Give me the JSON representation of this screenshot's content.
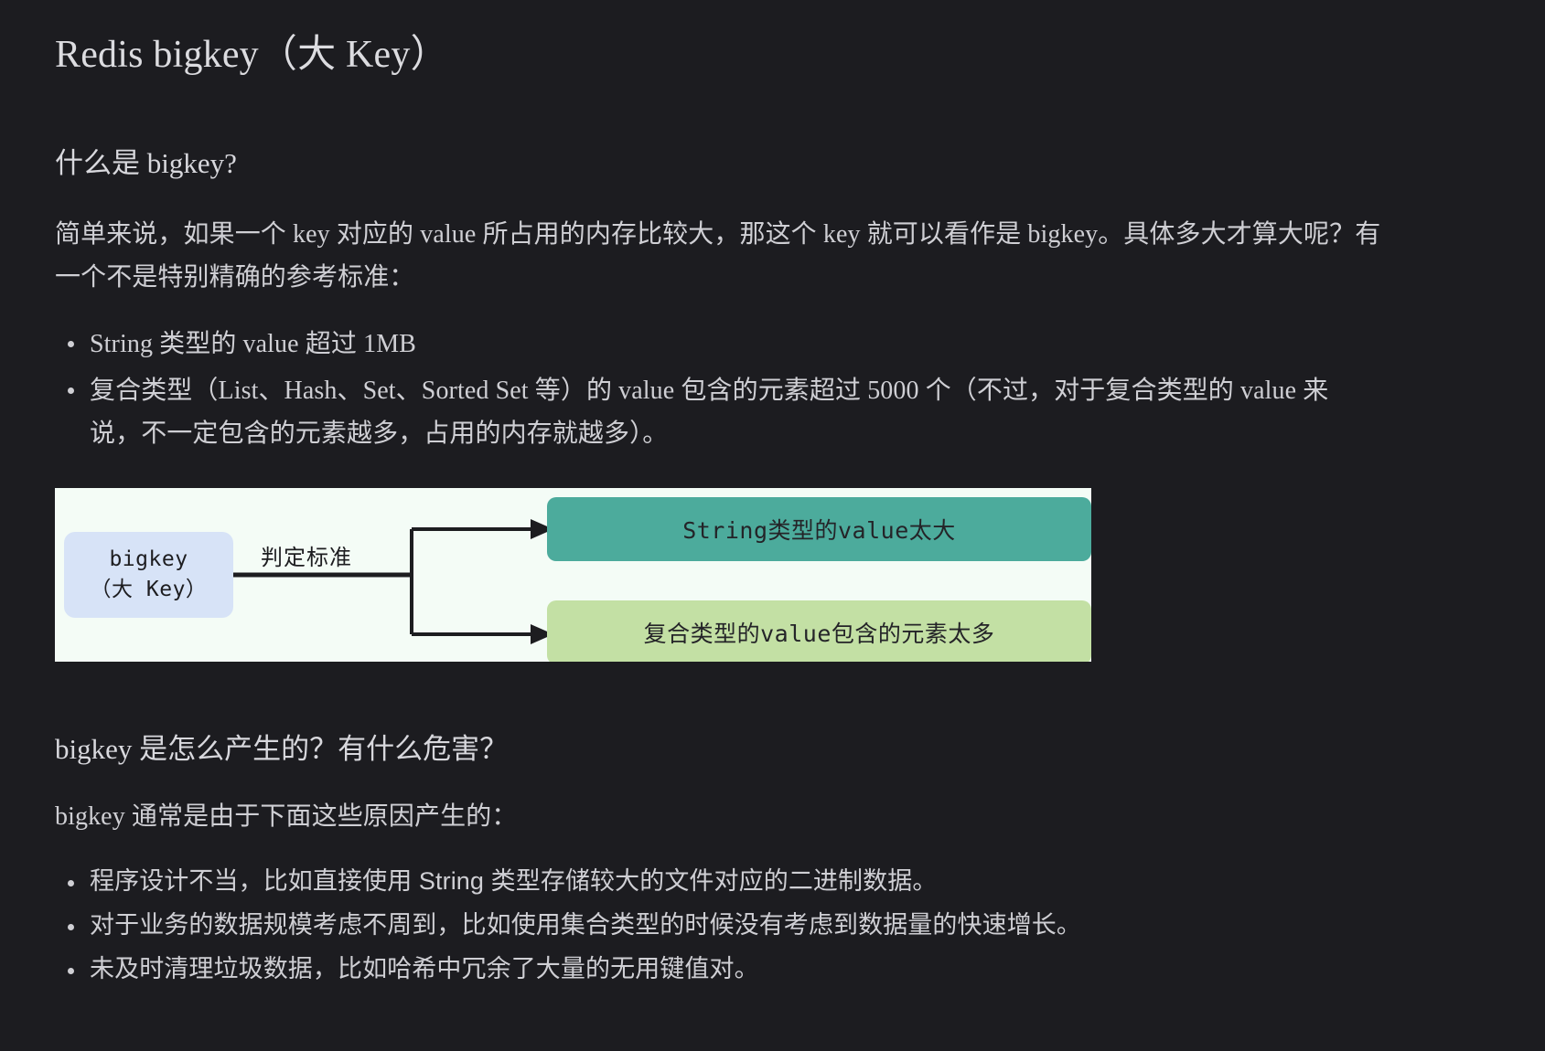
{
  "document": {
    "title": "Redis bigkey（大 Key）"
  },
  "sections": [
    {
      "heading": "什么是 bigkey?",
      "paragraph": "简单来说，如果一个 key 对应的 value 所占用的内存比较大，那这个 key 就可以看作是 bigkey。具体多大才算大呢？有一个不是特别精确的参考标准：",
      "bullets": [
        "String 类型的 value 超过 1MB",
        "复合类型（List、Hash、Set、Sorted Set 等）的 value 包含的元素超过 5000 个（不过，对于复合类型的 value 来说，不一定包含的元素越多，占用的内存就越多）。"
      ]
    },
    {
      "heading": "bigkey 是怎么产生的？有什么危害？",
      "paragraph": "bigkey 通常是由于下面这些原因产生的：",
      "bullets": [
        "程序设计不当，比如直接使用 String 类型存储较大的文件对应的二进制数据。",
        "对于业务的数据规模考虑不周到，比如使用集合类型的时候没有考虑到数据量的快速增长。",
        "未及时清理垃圾数据，比如哈希中冗余了大量的无用键值对。"
      ]
    }
  ],
  "figure": {
    "source_node": {
      "line1": "bigkey",
      "line2": "（大 Key）"
    },
    "edge_label": "判定标准",
    "targets": [
      {
        "label": "String类型的value太大",
        "color": "#4cab9c"
      },
      {
        "label": "复合类型的value包含的元素太多",
        "color": "#c3e0a4"
      }
    ],
    "background": "#f4fcf6"
  },
  "theme": {
    "page_background": "#1c1c20",
    "text_color": "#cfcfd4",
    "node_color": "#d7e3f7"
  }
}
